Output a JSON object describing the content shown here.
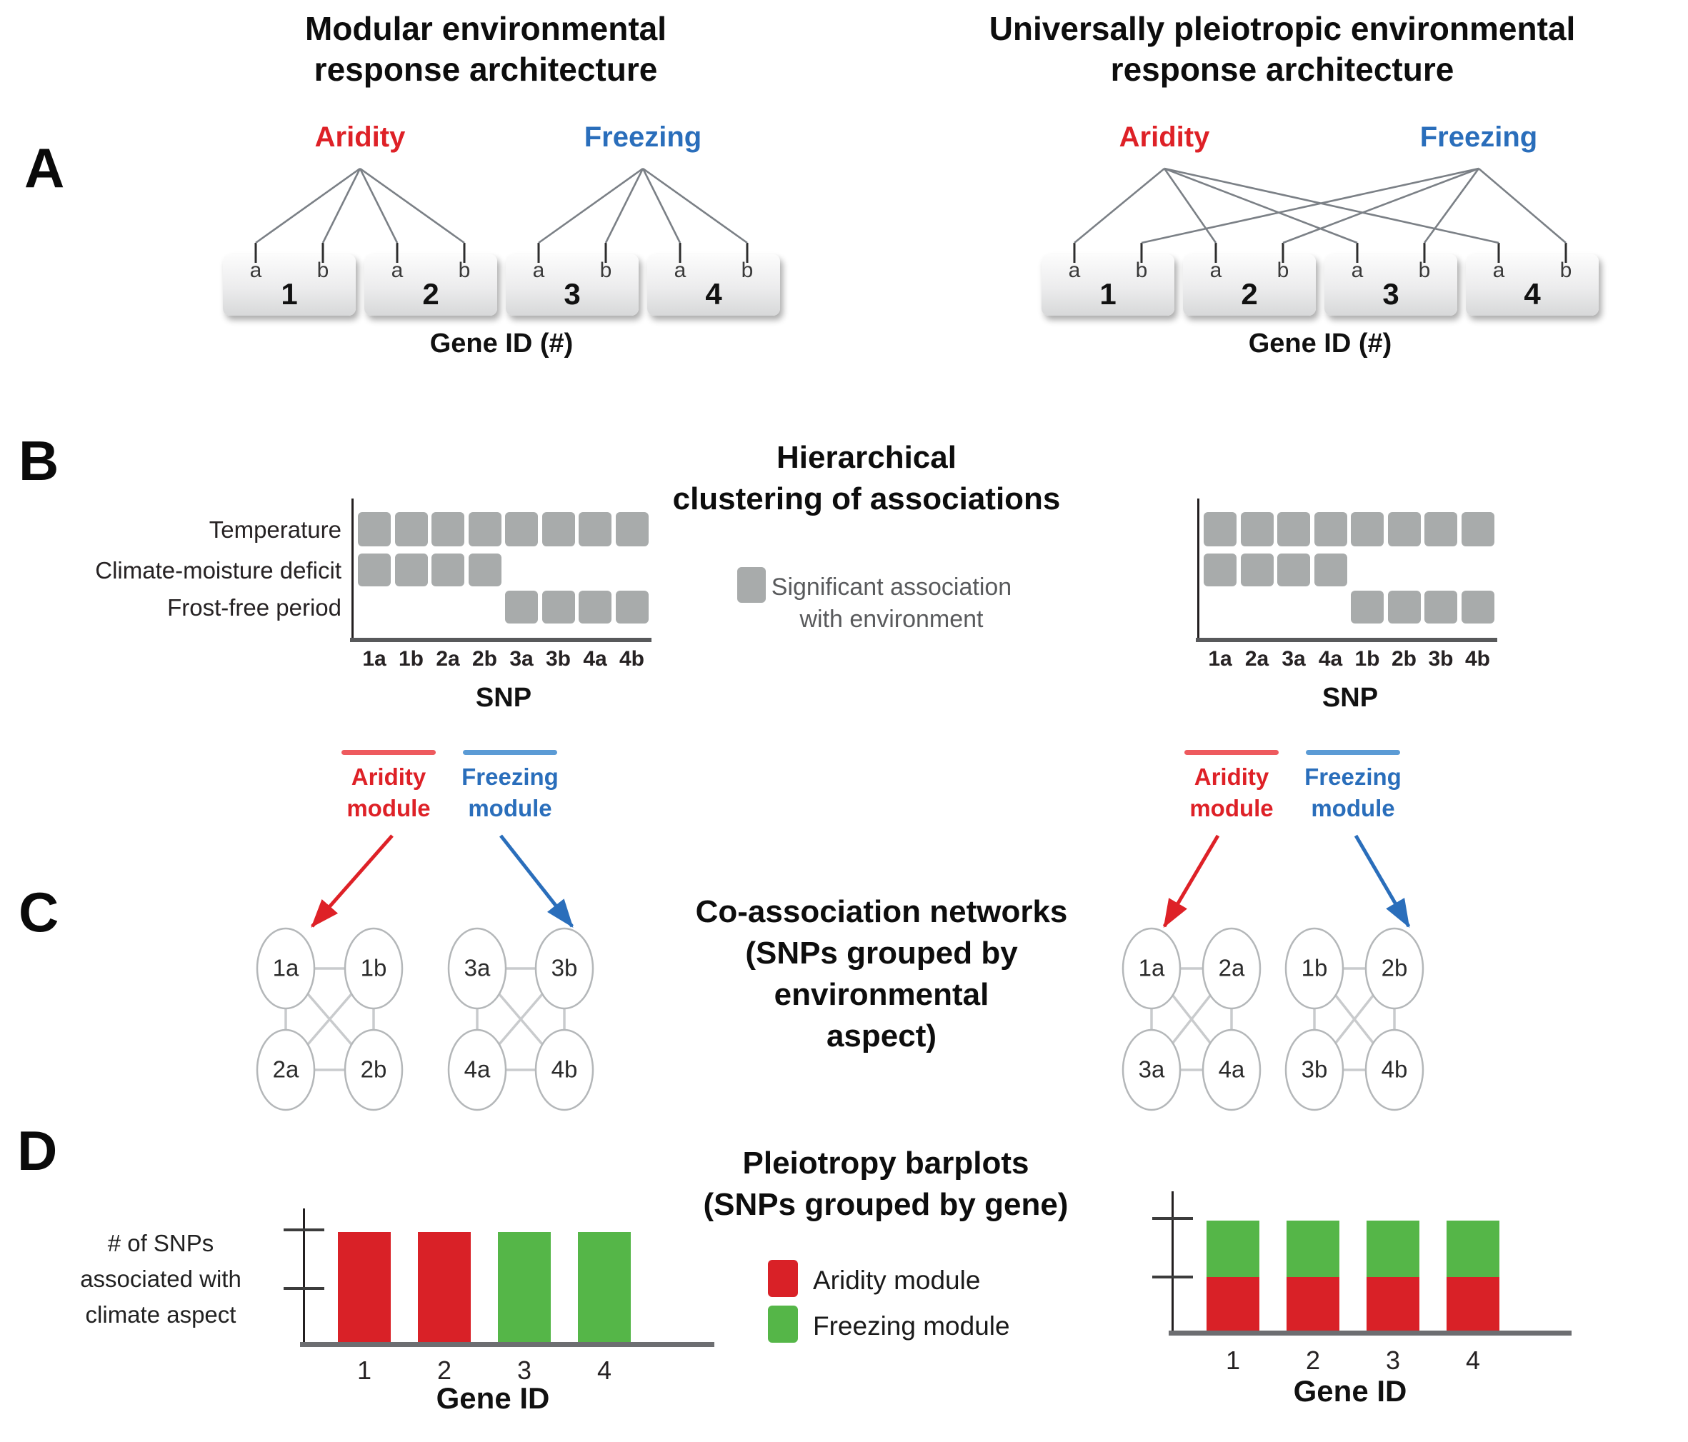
{
  "colors": {
    "aridity": "#de2127",
    "freezing": "#2a6ebb",
    "aridity_line": "#ee5a5e",
    "freezing_line": "#5b9bd5",
    "bar_red": "#d92127",
    "bar_green": "#55b648",
    "assoc_gray": "#a8abab",
    "fan_line_gray": "#7b8086",
    "network_edge_gray": "#c9cbcd",
    "node_stroke_gray": "#b4b7b9",
    "thick_axis_gray_b": "#58595b",
    "thick_axis_gray_d": "#6d6e71"
  },
  "panelA": {
    "label": "A",
    "left": {
      "title_line1": "Modular environmental",
      "title_line2": "response architecture",
      "aridity_label": "Aridity",
      "freezing_label": "Freezing",
      "genes": [
        "1",
        "2",
        "3",
        "4"
      ],
      "snp_letters": [
        "a",
        "b"
      ],
      "gene_axis_label": "Gene ID (#)",
      "aridity_targets": [
        "1a",
        "1b",
        "2a",
        "2b"
      ],
      "freezing_targets": [
        "3a",
        "3b",
        "4a",
        "4b"
      ]
    },
    "right": {
      "title_line1": "Universally pleiotropic environmental",
      "title_line2": "response architecture",
      "aridity_label": "Aridity",
      "freezing_label": "Freezing",
      "genes": [
        "1",
        "2",
        "3",
        "4"
      ],
      "snp_letters": [
        "a",
        "b"
      ],
      "gene_axis_label": "Gene ID (#)",
      "aridity_targets": [
        "1a",
        "2a",
        "3a",
        "4a"
      ],
      "freezing_targets": [
        "1b",
        "2b",
        "3b",
        "4b"
      ]
    }
  },
  "panelB": {
    "label": "B",
    "heading_line1": "Hierarchical",
    "heading_line2": "clustering of associations",
    "legend_line1": "Significant association",
    "legend_line2": "with environment",
    "rows": [
      "Temperature",
      "Climate-moisture deficit",
      "Frost-free period"
    ],
    "xlabel": "SNP",
    "left": {
      "columns": [
        "1a",
        "1b",
        "2a",
        "2b",
        "3a",
        "3b",
        "4a",
        "4b"
      ],
      "matrix": [
        [
          1,
          1,
          1,
          1,
          1,
          1,
          1,
          1
        ],
        [
          1,
          1,
          1,
          1,
          0,
          0,
          0,
          0
        ],
        [
          0,
          0,
          0,
          0,
          1,
          1,
          1,
          1
        ]
      ]
    },
    "right": {
      "columns": [
        "1a",
        "2a",
        "3a",
        "4a",
        "1b",
        "2b",
        "3b",
        "4b"
      ],
      "matrix": [
        [
          1,
          1,
          1,
          1,
          1,
          1,
          1,
          1
        ],
        [
          1,
          1,
          1,
          1,
          0,
          0,
          0,
          0
        ],
        [
          0,
          0,
          0,
          0,
          1,
          1,
          1,
          1
        ]
      ]
    }
  },
  "modules": {
    "aridity_line1": "Aridity",
    "aridity_line2": "module",
    "freezing_line1": "Freezing",
    "freezing_line2": "module"
  },
  "panelC": {
    "label": "C",
    "heading_lines": [
      "Co-association networks",
      "(SNPs grouped by",
      "environmental",
      "aspect)"
    ],
    "left_networks": [
      [
        "1a",
        "1b",
        "2a",
        "2b"
      ],
      [
        "3a",
        "3b",
        "4a",
        "4b"
      ]
    ],
    "right_networks": [
      [
        "1a",
        "2a",
        "3a",
        "4a"
      ],
      [
        "1b",
        "2b",
        "3b",
        "4b"
      ]
    ]
  },
  "panelD": {
    "label": "D",
    "heading_line1": "Pleiotropy barplots",
    "heading_line2": "(SNPs grouped by gene)",
    "ylabel_lines": [
      "# of SNPs",
      "associated with",
      "climate aspect"
    ],
    "xlabel": "Gene ID",
    "legend": [
      {
        "color": "#d92127",
        "label": "Aridity module"
      },
      {
        "color": "#55b648",
        "label": "Freezing module"
      }
    ],
    "left_chart": {
      "categories": [
        "1",
        "2",
        "3",
        "4"
      ],
      "series": [
        {
          "name": "Aridity module",
          "color": "#d92127",
          "values": [
            2,
            2,
            0,
            0
          ]
        },
        {
          "name": "Freezing module",
          "color": "#55b648",
          "values": [
            0,
            0,
            2,
            2
          ]
        }
      ]
    },
    "right_chart": {
      "categories": [
        "1",
        "2",
        "3",
        "4"
      ],
      "series": [
        {
          "name": "Aridity module",
          "color": "#d92127",
          "values": [
            1,
            1,
            1,
            1
          ]
        },
        {
          "name": "Freezing module",
          "color": "#55b648",
          "values": [
            1,
            1,
            1,
            1
          ]
        }
      ]
    }
  },
  "chart_data": [
    {
      "type": "heatmap",
      "title": "Hierarchical clustering of associations (modular architecture)",
      "rows": [
        "Temperature",
        "Climate-moisture deficit",
        "Frost-free period"
      ],
      "columns": [
        "1a",
        "1b",
        "2a",
        "2b",
        "3a",
        "3b",
        "4a",
        "4b"
      ],
      "values": [
        [
          1,
          1,
          1,
          1,
          1,
          1,
          1,
          1
        ],
        [
          1,
          1,
          1,
          1,
          0,
          0,
          0,
          0
        ],
        [
          0,
          0,
          0,
          0,
          1,
          1,
          1,
          1
        ]
      ],
      "xlabel": "SNP",
      "legend": "Significant association with environment",
      "cell_color": "#a8abab"
    },
    {
      "type": "heatmap",
      "title": "Hierarchical clustering of associations (universally pleiotropic architecture)",
      "rows": [
        "Temperature",
        "Climate-moisture deficit",
        "Frost-free period"
      ],
      "columns": [
        "1a",
        "2a",
        "3a",
        "4a",
        "1b",
        "2b",
        "3b",
        "4b"
      ],
      "values": [
        [
          1,
          1,
          1,
          1,
          1,
          1,
          1,
          1
        ],
        [
          1,
          1,
          1,
          1,
          0,
          0,
          0,
          0
        ],
        [
          0,
          0,
          0,
          0,
          1,
          1,
          1,
          1
        ]
      ],
      "xlabel": "SNP",
      "legend": "Significant association with environment",
      "cell_color": "#a8abab"
    },
    {
      "type": "bar",
      "subtype": "stacked",
      "title": "Pleiotropy barplot (modular architecture)",
      "categories": [
        "1",
        "2",
        "3",
        "4"
      ],
      "xlabel": "Gene ID",
      "ylabel": "# of SNPs associated with climate aspect",
      "yticks": [
        1,
        2
      ],
      "series": [
        {
          "name": "Aridity module",
          "color": "#d92127",
          "values": [
            2,
            2,
            0,
            0
          ]
        },
        {
          "name": "Freezing module",
          "color": "#55b648",
          "values": [
            0,
            0,
            2,
            2
          ]
        }
      ]
    },
    {
      "type": "bar",
      "subtype": "stacked",
      "title": "Pleiotropy barplot (universally pleiotropic architecture)",
      "categories": [
        "1",
        "2",
        "3",
        "4"
      ],
      "xlabel": "Gene ID",
      "ylabel": "# of SNPs associated with climate aspect",
      "yticks": [
        1,
        2
      ],
      "series": [
        {
          "name": "Aridity module",
          "color": "#d92127",
          "values": [
            1,
            1,
            1,
            1
          ]
        },
        {
          "name": "Freezing module",
          "color": "#55b648",
          "values": [
            1,
            1,
            1,
            1
          ]
        }
      ]
    }
  ]
}
